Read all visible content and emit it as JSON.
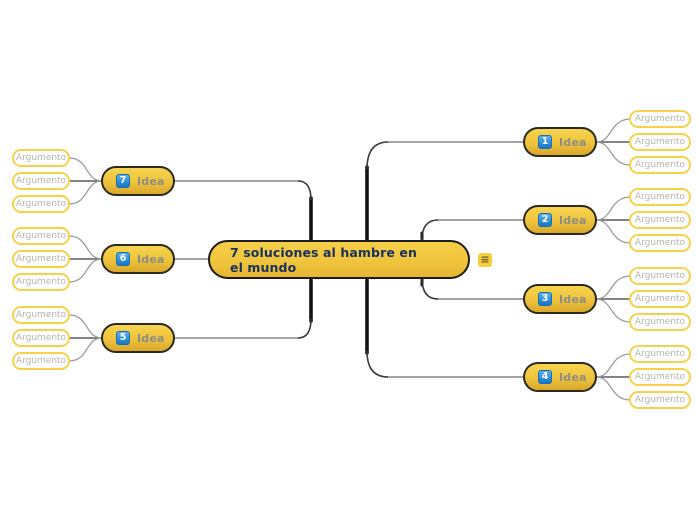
{
  "root": {
    "title": "7 soluciones al hambre en el mundo",
    "menu_icon": "≡"
  },
  "ideas": [
    {
      "number": "1",
      "label": "Idea",
      "side": "right",
      "arguments": [
        "Argumento",
        "Argumento",
        "Argumento"
      ]
    },
    {
      "number": "2",
      "label": "Idea",
      "side": "right",
      "arguments": [
        "Argumento",
        "Argumento",
        "Argumento"
      ]
    },
    {
      "number": "3",
      "label": "Idea",
      "side": "right",
      "arguments": [
        "Argumento",
        "Argumento",
        "Argumento"
      ]
    },
    {
      "number": "4",
      "label": "Idea",
      "side": "right",
      "arguments": [
        "Argumento",
        "Argumento",
        "Argumento"
      ]
    },
    {
      "number": "5",
      "label": "Idea",
      "side": "left",
      "arguments": [
        "Argumento",
        "Argumento",
        "Argumento"
      ]
    },
    {
      "number": "6",
      "label": "Idea",
      "side": "left",
      "arguments": [
        "Argumento",
        "Argumento",
        "Argumento"
      ]
    },
    {
      "number": "7",
      "label": "Idea",
      "side": "left",
      "arguments": [
        "Argumento",
        "Argumento",
        "Argumento"
      ]
    }
  ],
  "colors": {
    "node_fill_top": "#f8d44f",
    "node_fill_bottom": "#d9a72c",
    "node_border": "#2a2a21",
    "root_text": "#18305e",
    "badge_top": "#5ab1ec",
    "badge_bottom": "#1478c6",
    "idea_label": "#8d8d83",
    "argument_border": "#f7d14a",
    "argument_text": "#b5b5ad",
    "branch_line": "#121212",
    "thin_line": "#878787",
    "background": "#ffffff"
  }
}
